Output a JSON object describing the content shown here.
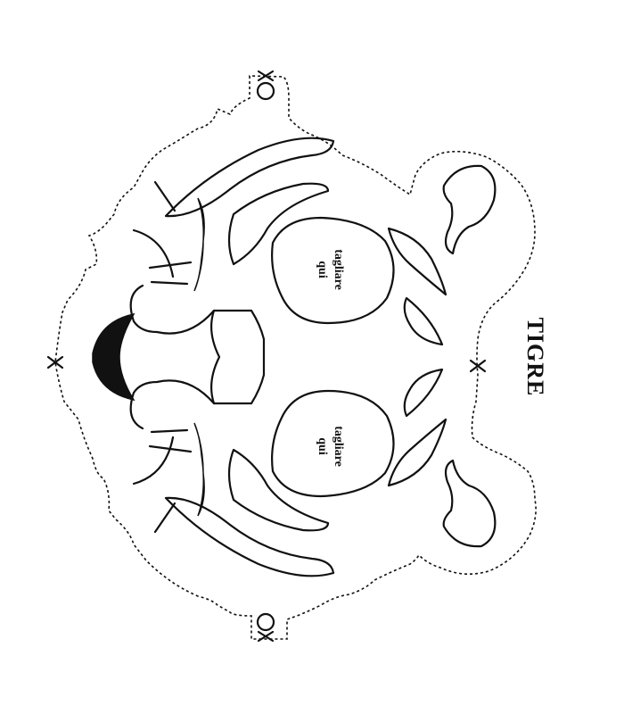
{
  "title": "TIGRE",
  "left_eye": {
    "line1": "tagliare",
    "line2": "qui"
  },
  "right_eye": {
    "line1": "tagliare",
    "line2": "qui"
  }
}
